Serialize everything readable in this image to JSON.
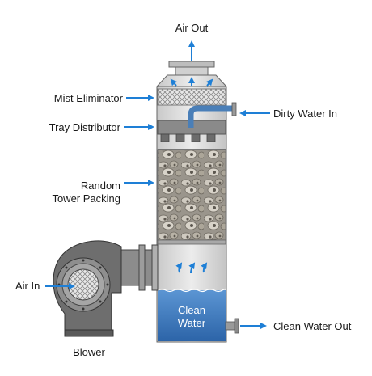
{
  "labels": {
    "air_out": "Air Out",
    "mist_eliminator": "Mist Eliminator",
    "tray_distributor": "Tray Distributor",
    "dirty_water_in": "Dirty Water In",
    "random_packing_line1": "Random",
    "random_packing_line2": "Tower Packing",
    "air_in": "Air In",
    "clean_water_line1": "Clean",
    "clean_water_line2": "Water",
    "clean_water_out": "Clean Water Out",
    "blower": "Blower"
  },
  "icons": {
    "flow_arrow": "arrow-icon",
    "blower": "blower-icon"
  },
  "colors": {
    "arrow": "#1e7fd6",
    "water": "#3f7fc4",
    "tower": "#d9d9d9",
    "dark_metal": "#6e6e6e"
  }
}
